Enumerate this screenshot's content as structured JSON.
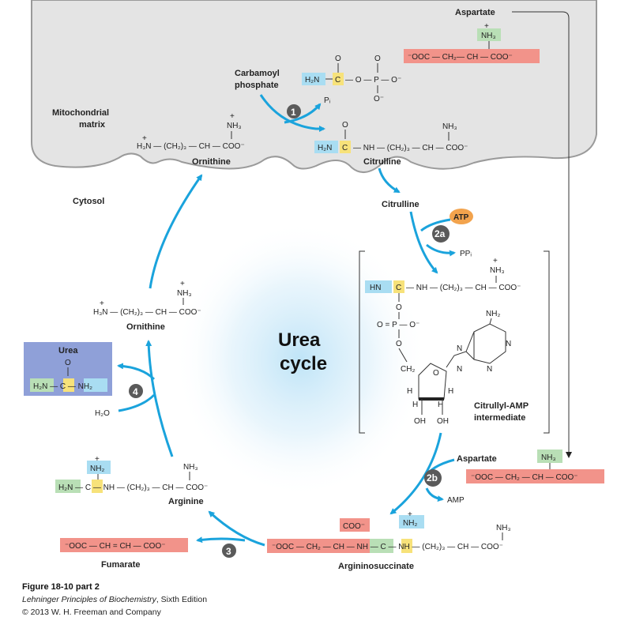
{
  "colors": {
    "matrix_fill": "#e4e4e4",
    "arrow_blue": "#1aa3dc",
    "red_box": "#f2938a",
    "blue_box": "#a9ddf2",
    "green_box": "#b9dfb6",
    "yellow_box": "#f7e27a",
    "urea_box": "#8fa0d8",
    "atp_orange": "#f2a34d",
    "step_badge": "#5a5a5a"
  },
  "compartments": {
    "mitochondrial_matrix": "Mitochondrial matrix",
    "cytosol": "Cytosol"
  },
  "center_label": [
    "Urea",
    "cycle"
  ],
  "steps": [
    "1",
    "2a",
    "2b",
    "3",
    "4"
  ],
  "metabolites": {
    "aspartate_top": "Aspartate",
    "aspartate_mid": "Aspartate",
    "carbamoyl_phosphate": [
      "Carbamoyl",
      "phosphate"
    ],
    "pi": "Pᵢ",
    "ornithine_matrix": "Ornithine",
    "citrulline_matrix": "Citrulline",
    "citrulline_cytosol": "Citrulline",
    "atp": "ATP",
    "ppi": "PPᵢ",
    "citrullyl_amp": [
      "Citrullyl-AMP",
      "intermediate"
    ],
    "amp": "AMP",
    "argininosuccinate": "Argininosuccinate",
    "arginine": "Arginine",
    "fumarate": "Fumarate",
    "ornithine_cytosol": "Ornithine",
    "urea": "Urea",
    "water": "H₂O"
  },
  "chem_text": {
    "nh3": "NH₃",
    "nh2": "NH₂",
    "h2n": "H₂N",
    "h3n": "H₃N",
    "hn": "HN",
    "nh": "NH",
    "ch2_3": "(CH₂)₃",
    "ch": "CH",
    "ch2": "CH₂",
    "coo_minus": "COO⁻",
    "coo_minus_left": "⁻OOC",
    "c": "C",
    "o": "O",
    "p": "P",
    "o_minus": "O⁻",
    "h": "H",
    "oh": "OH",
    "n": "N",
    "plus": "+"
  },
  "caption": {
    "figure": "Figure 18-10 part 2",
    "book": "Lehninger Principles of Biochemistry",
    "edition": ", Sixth Edition",
    "copyright": "© 2013 W. H. Freeman and Company"
  }
}
